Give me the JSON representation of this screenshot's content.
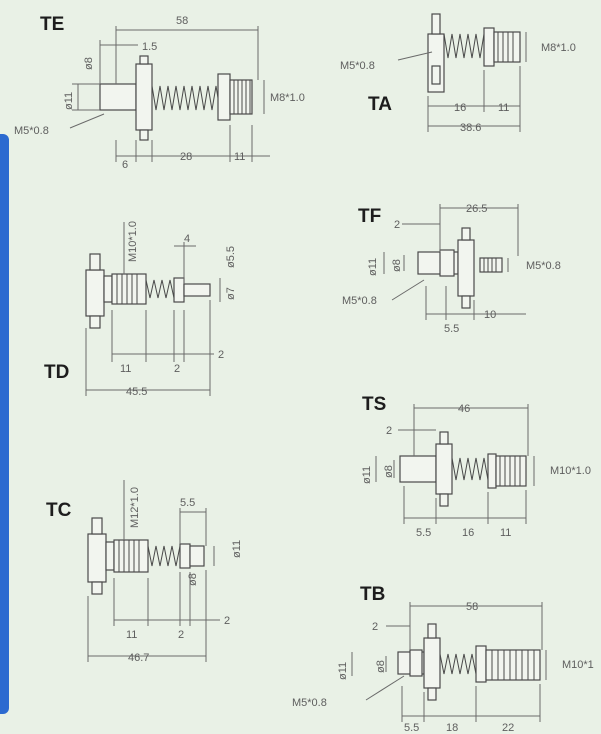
{
  "models": {
    "TE": {
      "label": "TE",
      "d_overall": "58",
      "d_gap": "1.5",
      "d_dia8": "ø8",
      "d_dia11": "ø11",
      "d_thread": "M8*1.0",
      "d_port": "M5*0.8",
      "d_6": "6",
      "d_28": "28",
      "d_11": "11"
    },
    "TA": {
      "label": "TA",
      "d_port": "M5*0.8",
      "d_thread": "M8*1.0",
      "d_16": "16",
      "d_11": "11",
      "d_overall": "38.6"
    },
    "TF": {
      "label": "TF",
      "d_overall": "26.5",
      "d_2": "2",
      "d_dia11": "ø11",
      "d_dia8": "ø8",
      "d_thread": "M5*0.8",
      "d_port": "M5*0.8",
      "d_10": "10",
      "d_55": "5.5"
    },
    "TD": {
      "label": "TD",
      "d_thread": "M10*1.0",
      "d_4": "4",
      "d_dia55": "ø5.5",
      "d_dia7": "ø7",
      "d_11": "11",
      "d_2a": "2",
      "d_2b": "2",
      "d_overall": "45.5"
    },
    "TS": {
      "label": "TS",
      "d_overall": "46",
      "d_2": "2",
      "d_dia11": "ø11",
      "d_dia8": "ø8",
      "d_thread": "M10*1.0",
      "d_55": "5.5",
      "d_16": "16",
      "d_11": "11"
    },
    "TC": {
      "label": "TC",
      "d_thread": "M12*1.0",
      "d_55": "5.5",
      "d_dia11": "ø11",
      "d_dia8": "ø8",
      "d_11": "11",
      "d_2a": "2",
      "d_2b": "2",
      "d_overall": "46.7"
    },
    "TB": {
      "label": "TB",
      "d_overall": "58",
      "d_2": "2",
      "d_dia11": "ø11",
      "d_dia8": "ø8",
      "d_thread": "M10*1",
      "d_port": "M5*0.8",
      "d_55": "5.5",
      "d_18": "18",
      "d_22": "22"
    }
  }
}
